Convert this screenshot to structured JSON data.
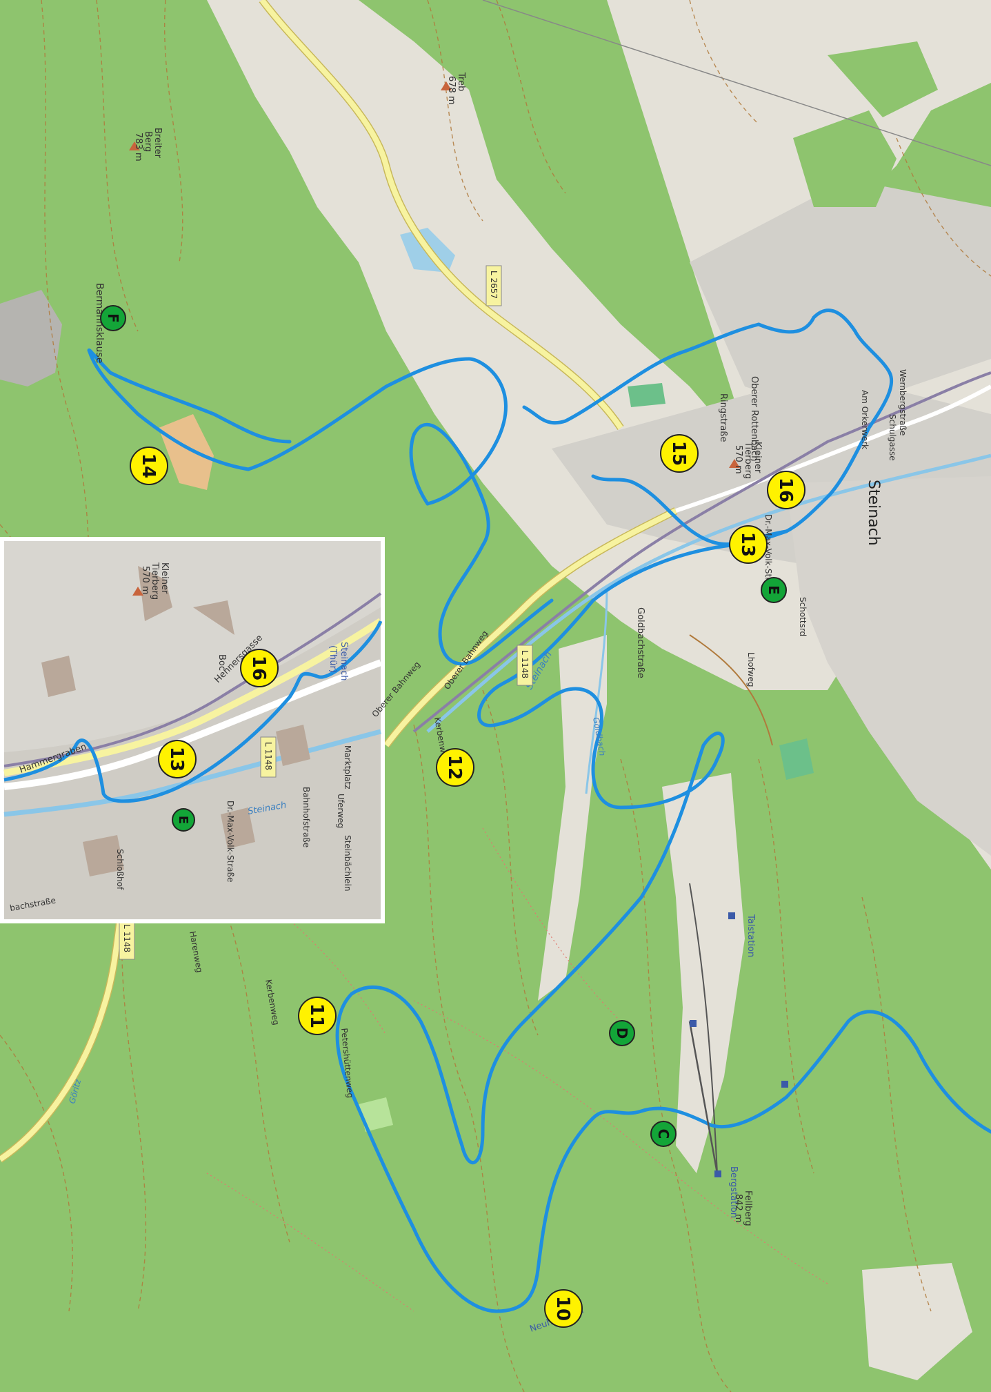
{
  "map": {
    "title": "",
    "colors": {
      "forest": "#8ec46e",
      "settlement": "#e0ddd4",
      "residential": "#d6d3cd",
      "route": "#1e8fe0",
      "waypoint_yellow": "#fff200",
      "waypoint_green": "#13a538",
      "road_yellow": "#f7f3a0",
      "water": "#8ac6e8"
    }
  },
  "waypoints": {
    "w10": "10",
    "w11": "11",
    "w12": "12",
    "w13": "13",
    "w14": "14",
    "w15": "15",
    "w16": "16",
    "inset13": "13",
    "inset16": "16"
  },
  "markers": {
    "C": "C",
    "D": "D",
    "E": "E",
    "F": "F",
    "insetE": "E"
  },
  "labels": {
    "breiter_berg_1": "Breiter",
    "breiter_berg_2": "Berg",
    "breiter_berg_3": "783 m",
    "treb_1": "Treb",
    "treb_2": "678 m",
    "bermannsklause": "Bermannsklause",
    "l2657": "L 2657",
    "l1148_a": "L 1148",
    "l1148_b": "L 1148",
    "oberer_rottenbach": "Oberer Rottenbach",
    "ringstrasse": "Ringstraße",
    "kleiner_tierberg_1": "Kleiner",
    "kleiner_tierberg_2": "Tierberg",
    "kleiner_tierberg_3": "570 m",
    "steinach": "Steinach",
    "steinach_river": "Steinach",
    "goldbach": "Goldbach",
    "goldbachstrasse": "Goldbachstraße",
    "dr_max_volk": "Dr.-Max-Volk-Straße",
    "am_orkerwerk": "Am Orkerwerk",
    "schulgasse": "Schulgasse",
    "talstation": "Talstation",
    "bergstation": "Bergstation",
    "fellberg_1": "Fellberg",
    "fellberg_2": "842 m",
    "neuhaus": "Neuhaus am",
    "kerbenweg": "Kerbenweg",
    "kerbenweg2": "Kerbenweg",
    "petershuttenweg": "Petershüttenweg",
    "harenweg": "Harenweg",
    "goritz": "Göritz",
    "oberer_bahnweg": "Oberer Bahnweg",
    "wernberg": "Wernbergstraße",
    "schottsrd": "Schottsrd",
    "lhofweg": "Lhofweg"
  },
  "inset": {
    "hammergraben": "Hammergraben",
    "hennersgasse": "Hennersgasse",
    "boc": "Boc",
    "l1148": "L 1148",
    "steinach_1": "Steinach",
    "steinach_2": "(Thür)",
    "kleiner_tierberg_1": "Kleiner",
    "kleiner_tierberg_2": "Tierberg",
    "kleiner_tierberg_3": "570 m",
    "dr_max_volk": "Dr.-Max-Volk-Straße",
    "uferweg": "Uferweg",
    "bahnhofstrasse": "Bahnhofstraße",
    "marktplatz": "Marktplatz",
    "schloßhof": "Schloßhof",
    "steinbachlein": "Steinbächlein",
    "river": "Steinach",
    "bachstrasse": "bachstraße",
    "oberer_bahnweg": "Oberer Bahnweg"
  }
}
